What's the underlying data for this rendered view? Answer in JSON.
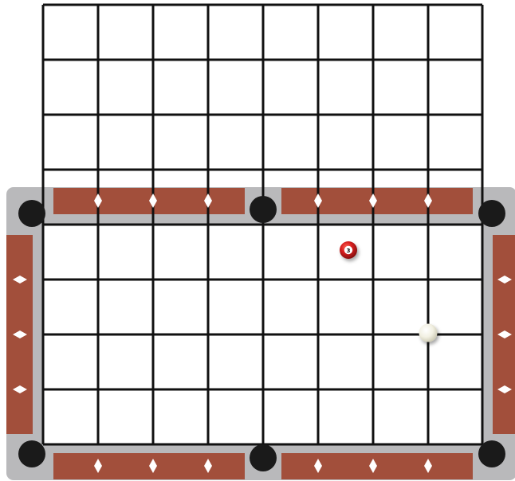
{
  "colors": {
    "background": "#ffffff",
    "grid_line": "#111111",
    "rail_frame": "#b9b9bb",
    "cushion": "#a24f3b",
    "diamond": "#ffffff",
    "pocket": "#1a1a1a",
    "object_ball": "#d81f1f",
    "object_ball_number_disc": "#ffffff",
    "cue_ball": "#f2f0e2"
  },
  "table": {
    "pockets": [
      "corner-top-left",
      "side-top",
      "corner-top-right",
      "corner-bottom-left",
      "side-bottom",
      "corner-bottom-right"
    ],
    "diamonds_per_long_rail_half": 3,
    "diamonds_per_short_rail": 3
  },
  "grid": {
    "columns": 8,
    "rows": 8
  },
  "balls": {
    "object_ball": {
      "number": "3",
      "icon": "object-ball-3-icon"
    },
    "cue_ball": {
      "icon": "cue-ball-icon"
    }
  }
}
